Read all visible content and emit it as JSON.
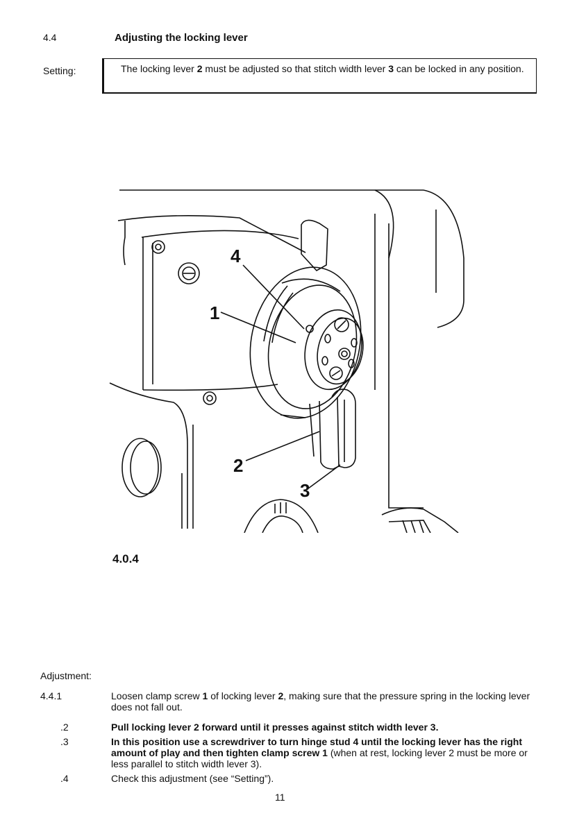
{
  "section": {
    "number": "4.4",
    "title": "Adjusting the locking lever"
  },
  "setting": {
    "label": "Setting:",
    "text_parts": [
      "The locking lever ",
      "2",
      " must be adjusted so that stitch width lever ",
      "3",
      " can be locked in any position."
    ]
  },
  "figure": {
    "caption": "4.0.4",
    "callouts": [
      "1",
      "2",
      "3",
      "4"
    ]
  },
  "adjustment": {
    "label": "Adjustment:",
    "steps": [
      {
        "number": "4.4.1",
        "parts": [
          "Loosen clamp screw ",
          "1",
          " of locking lever ",
          "2",
          ", making sure that the pressure spring in the locking lever does not fall out."
        ]
      },
      {
        "number": ".2",
        "text": "Pull locking lever 2 forward until it presses against stitch width lever 3."
      },
      {
        "number": ".3",
        "bold_text": "In this position use a screwdriver to turn hinge stud 4 until the locking lever has the right amount of play and then tighten clamp screw 1",
        "normal_text": " (when at rest, locking lever 2 must be more or less parallel to stitch width lever 3)."
      },
      {
        "number": ".4",
        "text": "Check this adjustment (see “Setting”)."
      }
    ]
  },
  "page_number": "11"
}
